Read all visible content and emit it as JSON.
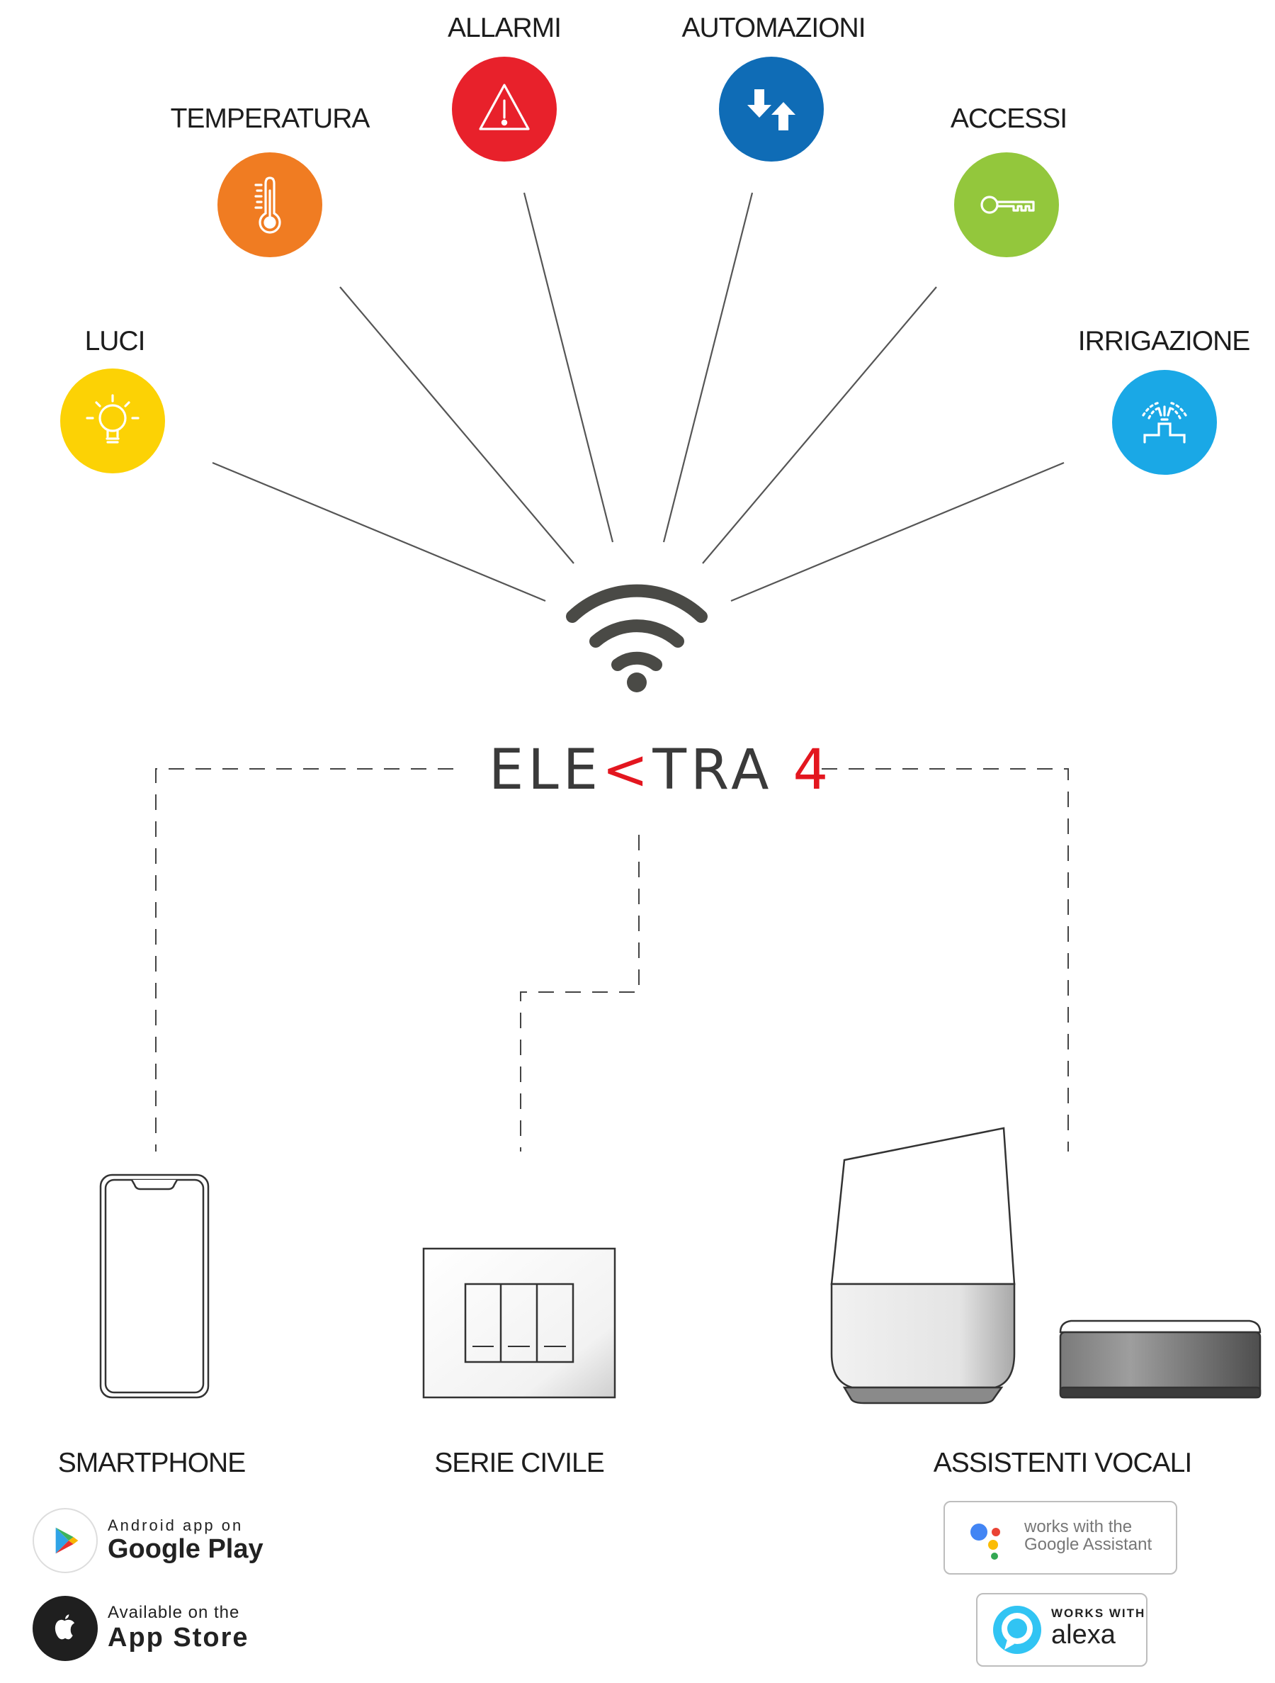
{
  "categories": [
    {
      "key": "luci",
      "label": "LUCI",
      "icon": "lightbulb-icon",
      "color": "#fcd205"
    },
    {
      "key": "temperatura",
      "label": "TEMPERATURA",
      "icon": "thermometer-icon",
      "color": "#f07c22"
    },
    {
      "key": "allarmi",
      "label": "ALLARMI",
      "icon": "warning-icon",
      "color": "#e8212b"
    },
    {
      "key": "automazioni",
      "label": "AUTOMAZIONI",
      "icon": "up-down-arrows-icon",
      "color": "#0f6cb6"
    },
    {
      "key": "accessi",
      "label": "ACCESSI",
      "icon": "key-icon",
      "color": "#93c73c"
    },
    {
      "key": "irrigazione",
      "label": "IRRIGAZIONE",
      "icon": "sprinkler-icon",
      "color": "#1aa8e6"
    }
  ],
  "brand": {
    "prefix": "ELE",
    "k": "<",
    "suffix": "TRA",
    "number": "4",
    "accent": "#e3161f",
    "text_color": "#3a3a3a"
  },
  "devices": {
    "smartphone": "SMARTPHONE",
    "serie_civile": "SERIE CIVILE",
    "assistenti": "ASSISTENTI VOCALI"
  },
  "stores": {
    "google_play": {
      "line1": "Android app on",
      "line2": "Google Play"
    },
    "app_store": {
      "line1": "Available on the",
      "line2": "App Store"
    }
  },
  "assistants": {
    "google": {
      "line1": "works with the",
      "line2": "Google Assistant"
    },
    "alexa": {
      "line1": "WORKS WITH",
      "line2": "alexa"
    }
  }
}
